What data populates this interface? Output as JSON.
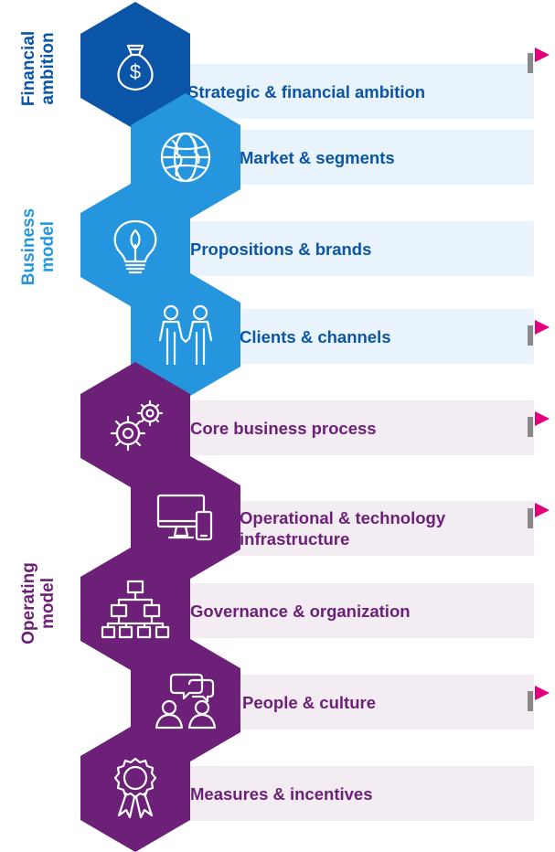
{
  "colors": {
    "dark_blue": "#0b55a8",
    "light_blue": "#2596de",
    "purple": "#6d2077",
    "bar_blue": "#e9f3fb",
    "bar_purple": "#f3edf3",
    "flag_pink": "#e2007a",
    "flag_gray": "#8a8a8a"
  },
  "groups": [
    {
      "lines": [
        "Financial",
        "ambition"
      ],
      "color": "#0b55a8"
    },
    {
      "lines": [
        "Business",
        "model"
      ],
      "color": "#2596de"
    },
    {
      "lines": [
        "Operating",
        "model"
      ],
      "color": "#6d2077"
    }
  ],
  "rows": [
    {
      "label": "Strategic & financial ambition",
      "icon": "money-bag-icon",
      "theme": "dark_blue",
      "flag": true
    },
    {
      "label": "Market & segments",
      "icon": "globe-icon",
      "theme": "light_blue",
      "flag": false
    },
    {
      "label": "Propositions & brands",
      "icon": "lightbulb-icon",
      "theme": "light_blue",
      "flag": false
    },
    {
      "label": "Clients & channels",
      "icon": "handshake-icon",
      "theme": "light_blue",
      "flag": true
    },
    {
      "label": "Core business process",
      "icon": "gears-icon",
      "theme": "purple",
      "flag": true
    },
    {
      "label": "Operational & technology infrastructure",
      "icon": "computer-devices-icon",
      "theme": "purple",
      "flag": true
    },
    {
      "label": "Governance & organization",
      "icon": "org-chart-icon",
      "theme": "purple",
      "flag": false
    },
    {
      "label": "People & culture",
      "icon": "people-chat-icon",
      "theme": "purple",
      "flag": true
    },
    {
      "label": "Measures & incentives",
      "icon": "award-ribbon-icon",
      "theme": "purple",
      "flag": false
    }
  ]
}
